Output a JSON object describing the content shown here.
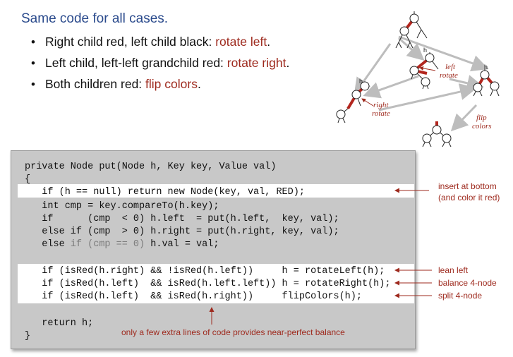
{
  "title": "Same code for all cases.",
  "bullets": [
    {
      "text": "Right child red, left child black: ",
      "action": "rotate left",
      "end": "."
    },
    {
      "text": "Left child, left-left grandchild red: ",
      "action": "rotate right",
      "end": "."
    },
    {
      "text": "Both children red: ",
      "action": "flip colors",
      "end": "."
    }
  ],
  "diagram": {
    "h_labels": [
      "h",
      "h",
      "h"
    ],
    "left_rotate": "left\nrotate",
    "right_rotate": "right\nrotate",
    "flip_colors": "flip\ncolors"
  },
  "code": {
    "lines": [
      "private Node put(Node h, Key key, Value val)",
      "{",
      "   if (h == null) return new Node(key, val, RED);",
      "   int cmp = key.compareTo(h.key);",
      "   if      (cmp  < 0) h.left  = put(h.left,  key, val);",
      "   else if (cmp  > 0) h.right = put(h.right, key, val);",
      "",
      "",
      "   if (isRed(h.right) && !isRed(h.left))     h = rotateLeft(h);",
      "   if (isRed(h.left)  && isRed(h.left.left)) h = rotateRight(h);",
      "   if (isRed(h.left)  && isRed(h.right))     flipColors(h);",
      "",
      "   return h;",
      "}"
    ],
    "line7_a": "   else ",
    "line7_dim": "if (cmp == 0)",
    "line7_b": " h.val = val;"
  },
  "annotations": {
    "insert_bottom": "insert at bottom",
    "insert_bottom_2": "(and color it red)",
    "lean_left": "lean left",
    "balance": "balance 4-node",
    "split": "split 4-node",
    "footer": "only a few extra lines of code provides near-perfect balance"
  },
  "colors": {
    "title": "#2a4a8c",
    "accent": "#9e2a1e",
    "red_link": "#b3261e",
    "code_bg": "#c8c8c8"
  }
}
